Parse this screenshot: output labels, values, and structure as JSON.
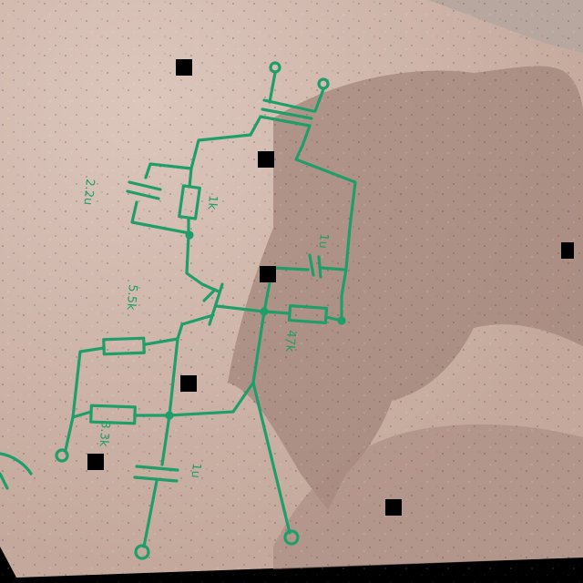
{
  "photo": {
    "colors": {
      "board": "#c7ada2",
      "board_light": "#d9c3b8",
      "shadow": "#9c7d73",
      "ink": "#1f9e6a",
      "backdrop": "#000000",
      "marker_square": "#000000"
    }
  },
  "labels": {
    "c_left": "2.2u",
    "r_collector": "1k",
    "c_top_right": "1u",
    "r_base_upper": "5.5k",
    "r_base_right": "47k",
    "r_emitter": "3.3k",
    "c_bottom": "1u"
  }
}
